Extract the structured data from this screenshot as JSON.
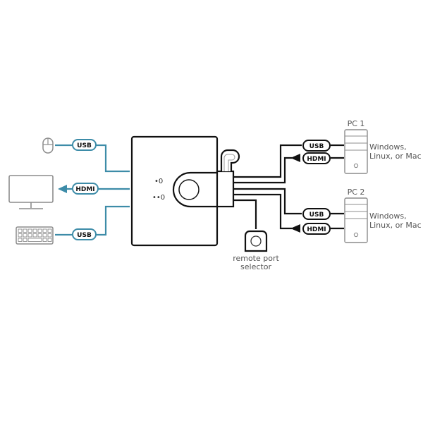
{
  "peripherals": {
    "mouse": {
      "icon": "mouse-icon",
      "connector": "USB"
    },
    "monitor": {
      "icon": "monitor-icon",
      "connector": "HDMI"
    },
    "keyboard": {
      "icon": "keyboard-icon",
      "connector": "USB"
    }
  },
  "switch": {
    "port_indicator_1": "•0",
    "port_indicator_2": "••0"
  },
  "computers": [
    {
      "label": "PC 1",
      "os_line1": "Windows,",
      "os_line2": "Linux, or Mac",
      "connectors": [
        "USB",
        "HDMI"
      ]
    },
    {
      "label": "PC 2",
      "os_line1": "Windows,",
      "os_line2": "Linux, or Mac",
      "connectors": [
        "USB",
        "HDMI"
      ]
    }
  ],
  "remote": {
    "line1": "remote port",
    "line2": "selector"
  },
  "colors": {
    "accent": "#3d8ca8",
    "outline": "#111111",
    "device_gray": "#8c8c8c"
  }
}
